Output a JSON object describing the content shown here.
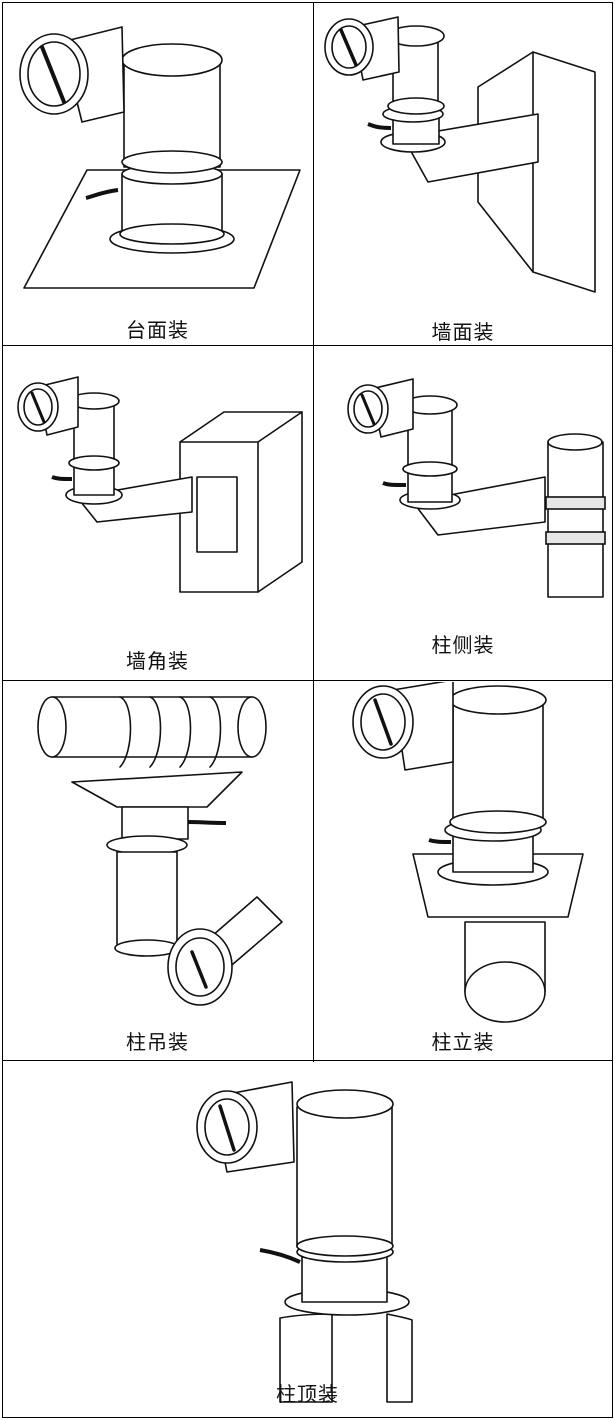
{
  "mounts": [
    {
      "id": "table",
      "label": "台面装"
    },
    {
      "id": "wall",
      "label": "墙面装"
    },
    {
      "id": "corner",
      "label": "墙角装"
    },
    {
      "id": "pole-side",
      "label": "柱侧装"
    },
    {
      "id": "pole-hang",
      "label": "柱吊装"
    },
    {
      "id": "pole-stand",
      "label": "柱立装"
    },
    {
      "id": "pole-top",
      "label": "柱顶装"
    }
  ]
}
